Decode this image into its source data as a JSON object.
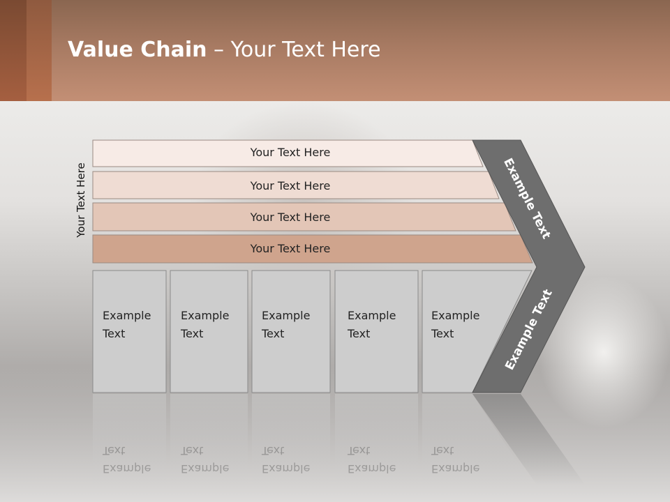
{
  "slide": {
    "title_bold": "Value Chain",
    "title_rest": " – Your Text Here",
    "side_label": "Your Text Here"
  },
  "bars": [
    {
      "label": "Your Text Here",
      "color": "#f7ebe6"
    },
    {
      "label": "Your Text Here",
      "color": "#efdcd3"
    },
    {
      "label": "Your Text Here",
      "color": "#e3c6b7"
    },
    {
      "label": "Your Text Here",
      "color": "#cfa48d"
    }
  ],
  "boxes": [
    {
      "line1": "Example",
      "line2": "Text"
    },
    {
      "line1": "Example",
      "line2": "Text"
    },
    {
      "line1": "Example",
      "line2": "Text"
    },
    {
      "line1": "Example",
      "line2": "Text"
    },
    {
      "line1": "Example",
      "line2": "Text"
    }
  ],
  "chevron": {
    "upper_label": "Example Text",
    "lower_label": "Example Text",
    "color": "#6e6e6e"
  },
  "colors": {
    "box_fill": "#cdcdcd",
    "header_accent": "#b7704d"
  }
}
